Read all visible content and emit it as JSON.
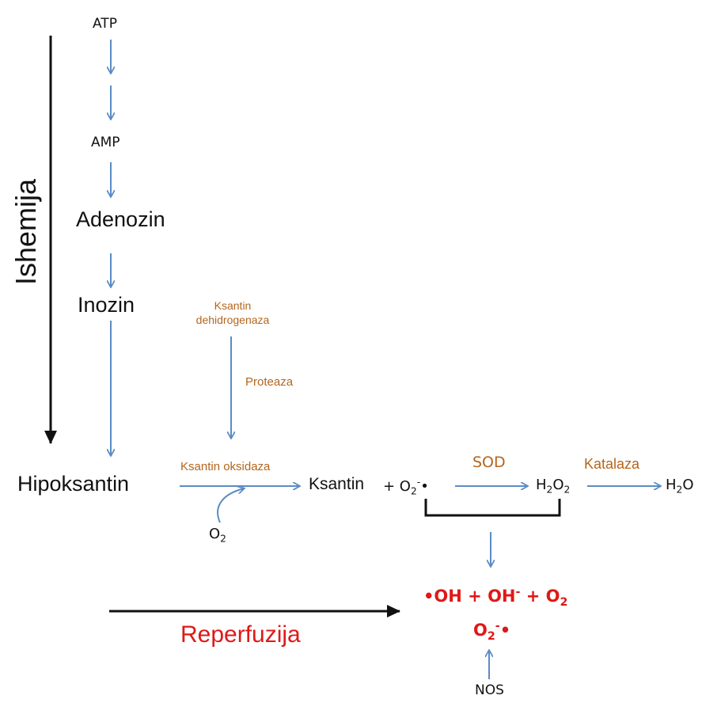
{
  "labels": {
    "ishemija": "Ishemija",
    "reperfuzija": "Reperfuzija",
    "atp": "ATP",
    "amp": "AMP",
    "adenozin": "Adenozin",
    "inozin": "Inozin",
    "hipoksantin": "Hipoksantin",
    "ksantin": "Ksantin",
    "o2_input": "O",
    "o2_input_sub": "2",
    "o2_plus": "+ O",
    "o2_plus_sub": "2",
    "o2_plus_sup": "-",
    "o2_plus_dot": "•",
    "h2o2_h": "H",
    "h2o2_sub1": "2",
    "h2o2_o": "O",
    "h2o2_sub2": "2",
    "h2o_h": "H",
    "h2o_sub": "2",
    "h2o_o": "O",
    "nos": "NOS"
  },
  "enzymes": {
    "ksantin_dehidrogenaza_line1": "Ksantin",
    "ksantin_dehidrogenaza_line2": "dehidrogenaza",
    "proteaza": "Proteaza",
    "ksantin_oksidaza": "Ksantin oksidaza",
    "sod": "SOD",
    "katalaza": "Katalaza"
  },
  "products": {
    "line1_oh": "•OH + OH",
    "line1_sup": "-",
    "line1_o2": " + O",
    "line1_o2_sub": "2",
    "line2_o": "O",
    "line2_sub": "2",
    "line2_sup": "-",
    "line2_dot": "•"
  },
  "colors": {
    "arrow_blue": "#5b8bc5",
    "arrow_black": "#111111",
    "enzyme_orange": "#b5651d",
    "product_red": "#e01818"
  }
}
